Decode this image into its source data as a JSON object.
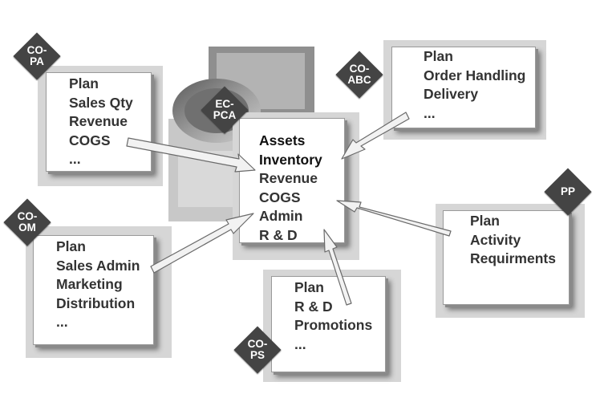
{
  "center": {
    "lines": [
      "Assets",
      "Inventory",
      "Revenue",
      "COGS",
      "Admin",
      "R & D"
    ]
  },
  "nodes": {
    "copa": {
      "badge": [
        "CO-",
        "PA"
      ],
      "lines": [
        "Plan",
        "Sales Qty",
        "Revenue",
        "COGS",
        "..."
      ]
    },
    "coabc": {
      "badge": [
        "CO-",
        "ABC"
      ],
      "lines": [
        "Plan",
        "Order Handling",
        "Delivery",
        "..."
      ]
    },
    "ecpca": {
      "badge": [
        "EC-",
        "PCA"
      ]
    },
    "coom": {
      "badge": [
        "CO-",
        "OM"
      ],
      "lines": [
        "Plan",
        "Sales Admin",
        "Marketing",
        "Distribution",
        "..."
      ]
    },
    "pp": {
      "badge": [
        "PP"
      ],
      "lines": [
        "Plan",
        "Activity",
        "Requirments"
      ]
    },
    "cops": {
      "badge": [
        "CO-",
        "PS"
      ],
      "lines": [
        "Plan",
        "R & D",
        "Promotions",
        "..."
      ]
    }
  },
  "colors": {
    "badge": "#444444",
    "card_border": "#9a9a9a",
    "arrow": "#f2f2f2",
    "frame": "#d6d6d6"
  }
}
